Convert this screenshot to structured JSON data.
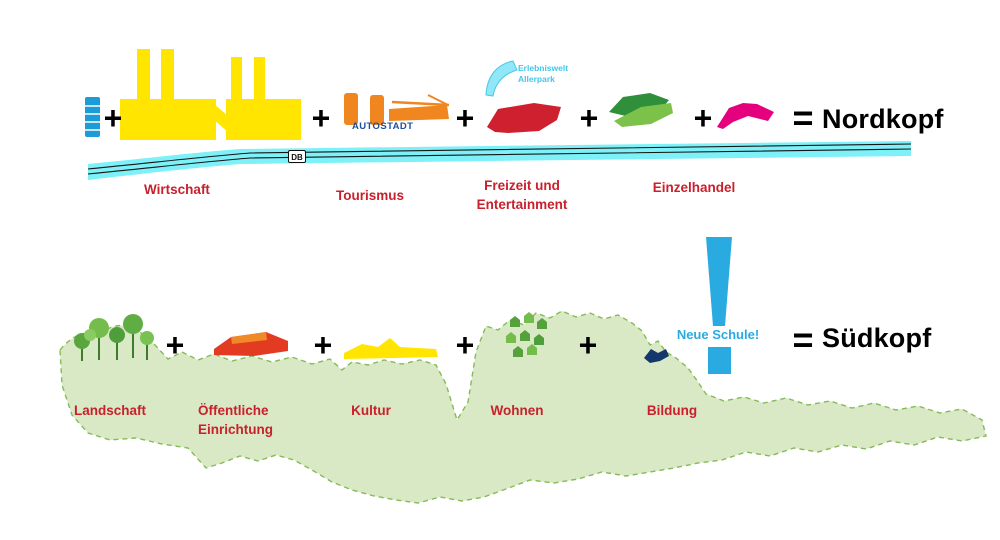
{
  "operators": {
    "plus": "+",
    "equals": "="
  },
  "nordkopf": {
    "title": "Nordkopf",
    "autostadt_label": "AUTOSTADT",
    "erlebniswelt_line1": "Erlebniswelt",
    "erlebniswelt_line2": "Allerpark",
    "db_logo": "DB",
    "labels": {
      "wirtschaft": "Wirtschaft",
      "tourismus": "Tourismus",
      "freizeit_line1": "Freizeit und",
      "freizeit_line2": "Entertainment",
      "einzelhandel": "Einzelhandel"
    }
  },
  "suedkopf": {
    "title": "Südkopf",
    "neue_schule_label": "Neue Schule!",
    "labels": {
      "landschaft": "Landschaft",
      "oeffentliche_line1": "Öffentliche",
      "oeffentliche_line2": "Einrichtung",
      "kultur": "Kultur",
      "wohnen": "Wohnen",
      "bildung": "Bildung"
    }
  },
  "icons": {
    "blue_tower": "blue-tower-icon",
    "power_plant": "power-plant-icon",
    "autostadt": "autostadt-icon",
    "erlebniswelt_swoosh": "erlebniswelt-icon",
    "phaeno_building": "phaeno-icon",
    "einzelhandel_retail": "einzelhandel-icon",
    "designer_outlet": "designer-outlet-icon",
    "landscape_trees": "landscape-trees-icon",
    "public_building": "public-building-icon",
    "kultur_building": "kultur-icon",
    "housing": "housing-icon",
    "bildung_shape": "bildung-icon",
    "neue_schule_column": "neue-schule-icon",
    "canal": "canal-band",
    "railway": "railway-line",
    "landmass": "landmass-shape"
  },
  "colors": {
    "label_red": "#c9202c",
    "yellow": "#ffe500",
    "orange": "#f0861f",
    "phaeno_red": "#cf202f",
    "green_dark": "#2f8f3a",
    "green_light": "#7cc24a",
    "magenta": "#e5007d",
    "cyan": "#29abe2",
    "canal_cyan": "#7df0f8",
    "swoosh_cyan": "#8fe7f7",
    "land_fill": "#d9e8c5",
    "land_border": "#85bb57",
    "tower_blue": "#1b9cd8",
    "bildung_navy": "#14386b",
    "black": "#000000"
  }
}
